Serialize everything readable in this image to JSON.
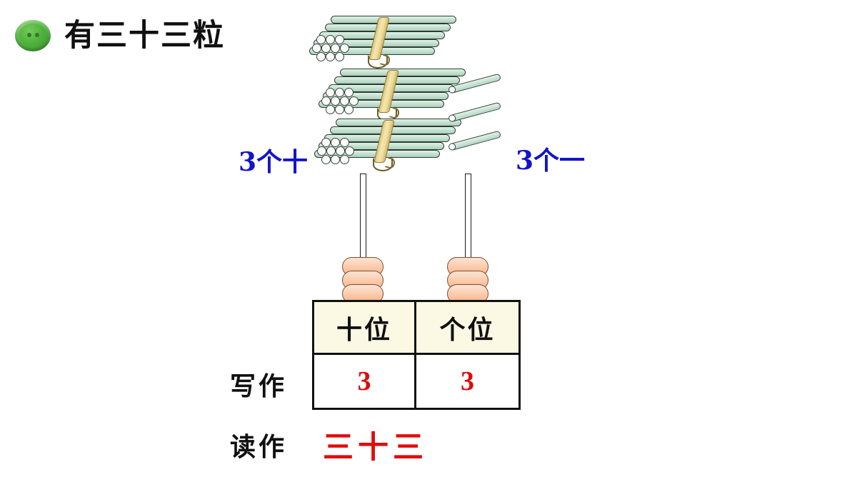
{
  "slide": {
    "background_color": "#ffffff",
    "title": "有三十三粒",
    "bullet_icon": "green-button-icon"
  },
  "manipulatives": {
    "bundles": {
      "count": 3,
      "sticks_per_bundle": 10,
      "stick_color": "#c0e1cf",
      "tie_color": "#efdda0",
      "annotation": "3个十",
      "annotation_color": "#1414c8"
    },
    "singles": {
      "count": 3,
      "stick_color": "#c0e1cf",
      "annotation": "3个一",
      "annotation_color": "#1414c8"
    }
  },
  "abacus": {
    "bead_color": "#f8c5a3",
    "rod_color": "#ffffff",
    "columns": [
      {
        "name": "tens-rod",
        "beads": 3
      },
      {
        "name": "ones-rod",
        "beads": 3
      }
    ]
  },
  "place_value_table": {
    "headers": [
      "十位",
      "个位"
    ],
    "digits": [
      "3",
      "3"
    ],
    "header_bg": "#fbf9e3",
    "digit_color": "#dd0b0b",
    "border_color": "#111111"
  },
  "rows": {
    "write_label": "写作",
    "read_label": "读作",
    "read_value": "三十三",
    "read_value_color": "#e10c0c"
  }
}
